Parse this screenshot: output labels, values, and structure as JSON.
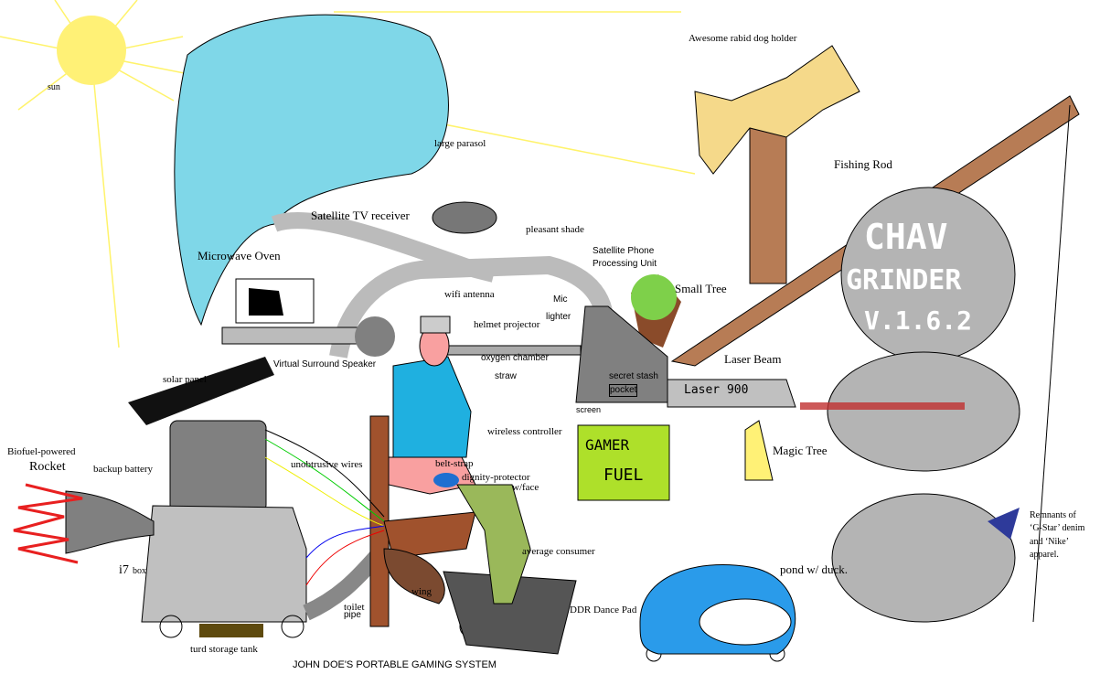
{
  "title": "JOHN DOE'S PORTABLE GAMING SYSTEM",
  "labels": {
    "sun": "sun",
    "dog_holder": "Awesome rabid dog holder",
    "parasol": "large parasol",
    "fishing_rod": "Fishing Rod",
    "satellite_tv": "Satellite TV receiver",
    "shade": "pleasant shade",
    "phone_unit_1": "Satellite Phone",
    "phone_unit_2": "Processing Unit",
    "microwave": "Microwave Oven",
    "small_tree": "Small Tree",
    "wifi": "wifi antenna",
    "mic": "Mic",
    "helmet_projector": "helmet projector",
    "lighter": "lighter",
    "oxygen": "oxygen chamber",
    "laser_beam": "Laser Beam",
    "speaker": "Virtual Surround Speaker",
    "solar_panel": "solar panel",
    "straw": "straw",
    "stash_1": "secret stash",
    "stash_2": "pocket",
    "screen": "screen",
    "controller": "wireless controller",
    "rocket_1": "Biofuel-powered",
    "rocket_2": "Rocket",
    "battery": "backup battery",
    "wires": "unobtrusive wires",
    "magic_tree": "Magic Tree",
    "belt": "belt-strap",
    "dignity": "dignity-protector",
    "dignity_2": "w/face",
    "remnants_1": "Remnants of",
    "remnants_2": "‘G-Star’ denim",
    "remnants_3": "and ‘Nike’",
    "remnants_4": "apparel.",
    "consumer": "average consumer",
    "i7": "i7",
    "i7_box": "box",
    "pond": "pond w/ duck.",
    "toilet_1": "toilet",
    "toilet_2": "pipe",
    "wing": "wing",
    "ddr": "DDR Dance Pad",
    "turd": "turd storage tank"
  },
  "device_text": {
    "gamer_1": "GAMER",
    "gamer_2": "FUEL",
    "grinder_1": "CHAV",
    "grinder_2": "GRINDER",
    "grinder_3": "V.1.6.2",
    "laser": "Laser 900"
  },
  "colors": {
    "sky_parasol": "#7fd7e8",
    "sun": "#fff176",
    "fuel": "#aee02a",
    "grinder": "#b4b4b4",
    "pond": "#2a9bea"
  }
}
